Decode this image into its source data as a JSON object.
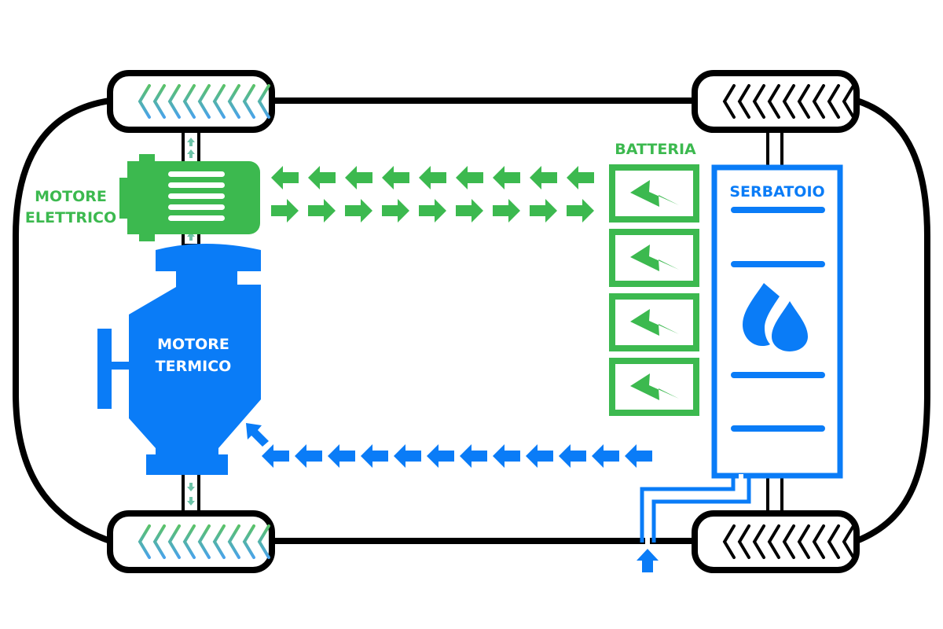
{
  "title": "Hybrid vehicle powertrain diagram",
  "colors": {
    "electric": "#3cb94f",
    "thermal": "#0a7cf7",
    "chassis": "#000000",
    "tread_top": "#5bc26a",
    "tread_bottom": "#4aa3ea"
  },
  "labels": {
    "electric_motor_line1": "MOTORE",
    "electric_motor_line2": "ELETTRICO",
    "thermal_motor_line1": "MOTORE",
    "thermal_motor_line2": "TERMICO",
    "battery": "BATTERIA",
    "tank": "SERBATOIO"
  },
  "battery": {
    "cells": 4,
    "cell_icon": "lightning-bolt-icon"
  },
  "tank": {
    "level_lines": 4,
    "icon": "fuel-drops-icon"
  },
  "flows": {
    "battery_to_motor": {
      "direction": "left",
      "count": 9,
      "color_key": "electric"
    },
    "motor_to_battery": {
      "direction": "right",
      "count": 9,
      "color_key": "electric"
    },
    "tank_to_engine": {
      "direction": "left",
      "count": 12,
      "color_key": "thermal"
    },
    "refuel_inlet": {
      "direction": "up",
      "color_key": "thermal"
    }
  },
  "wheels": [
    {
      "position": "front-left",
      "tread": "colored"
    },
    {
      "position": "front-right",
      "tread": "black"
    },
    {
      "position": "rear-left",
      "tread": "colored"
    },
    {
      "position": "rear-right",
      "tread": "black"
    }
  ]
}
